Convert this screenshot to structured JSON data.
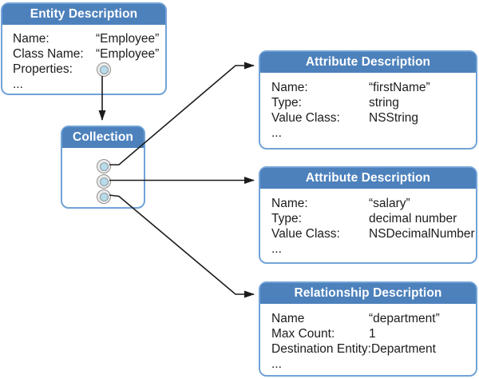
{
  "colors": {
    "header_blue": "#4d81bc",
    "border_blue": "#71a3d7",
    "node_fill_blue": "#b7dbe9",
    "node_ring_gray": "#ececec",
    "line_black": "#1c1c1c",
    "text": "#1c1c1c",
    "background": "#ffffff"
  },
  "entity": {
    "title": "Entity Description",
    "rows": [
      {
        "label": "Name:",
        "value": "“Employee”"
      },
      {
        "label": "Class Name:",
        "value": "“Employee”"
      },
      {
        "label": "Properties:",
        "value": ""
      },
      {
        "label": "...",
        "value": ""
      }
    ]
  },
  "collection": {
    "title": "Collection",
    "item_count": 3
  },
  "attr1": {
    "title": "Attribute Description",
    "rows": [
      {
        "label": "Name:",
        "value": "“firstName”"
      },
      {
        "label": "Type:",
        "value": "string"
      },
      {
        "label": "Value Class:",
        "value": "NSString"
      },
      {
        "label": "...",
        "value": ""
      }
    ]
  },
  "attr2": {
    "title": "Attribute Description",
    "rows": [
      {
        "label": "Name:",
        "value": "“salary”"
      },
      {
        "label": "Type:",
        "value": "decimal number"
      },
      {
        "label": "Value Class:",
        "value": "NSDecimalNumber"
      },
      {
        "label": "...",
        "value": ""
      }
    ]
  },
  "rel": {
    "title": "Relationship Description",
    "rows": [
      {
        "label": "Name",
        "value": "“department”"
      },
      {
        "label": "Max Count:",
        "value": "1"
      },
      {
        "label": "Destination Entity:",
        "value": "Department"
      },
      {
        "label": "...",
        "value": ""
      }
    ]
  }
}
